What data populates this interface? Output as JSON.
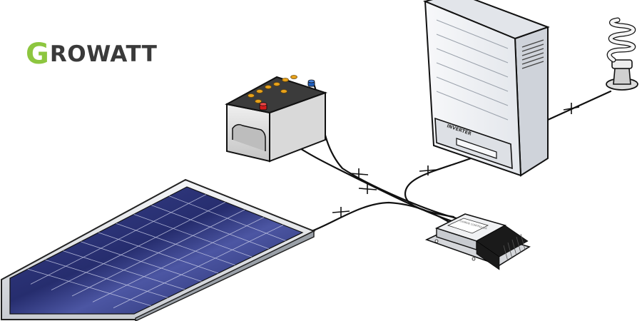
{
  "brand": {
    "initial": "G",
    "rest": "ROWATT",
    "logo_green": "#8dc63f",
    "logo_dark": "#3a3a3a"
  },
  "components": {
    "inverter_label": "INVERTER",
    "controller_label": "CHARGE CONTROLLER"
  },
  "colors": {
    "wire": "#111111",
    "panel_cell": "#2b3275",
    "inverter_body": "#eef0f3",
    "battery_cap": "#e8a21a",
    "positive_terminal": "#d11c1c",
    "negative_terminal": "#1f5fbf"
  }
}
